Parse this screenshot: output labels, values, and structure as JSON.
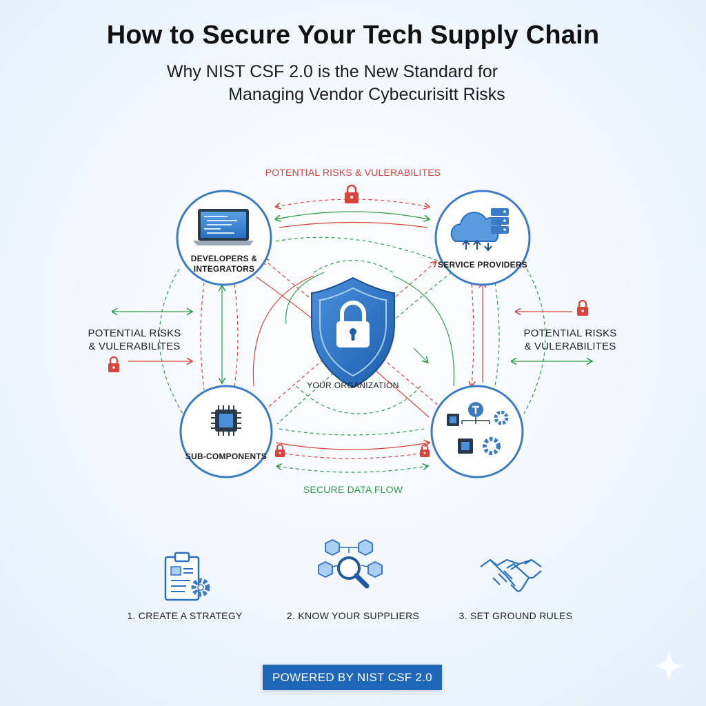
{
  "header": {
    "title": "How to Secure Your Tech Supply Chain",
    "subtitle_line1": "Why NIST CSF 2.0 is the New Standard for",
    "subtitle_line2": "Managing Vendor Cybecurisitt Risks"
  },
  "diagram": {
    "top_risk_label": "POTENTIAL RISKS & VULERABILITES",
    "left_risk_label_line1": "POTENTIAL RISKS",
    "left_risk_label_line2": "& VULERABILITES",
    "right_risk_label_line1": "POTENTIAL RISKS",
    "right_risk_label_line2": "& VULERABILITES",
    "secure_flow_label": "SECURE DATA FLOW",
    "center_label": "YOUR ORGANIZATION",
    "nodes": {
      "developers_line1": "DEVELOPERS &",
      "developers_line2": "INTEGRATORS",
      "service_providers": "SERVICE PROVIDERS",
      "sub_components": "SUB-COMPONENTS"
    },
    "colors": {
      "risk": "#d8433a",
      "secure": "#2f9a47",
      "accent": "#1f67b7"
    }
  },
  "steps": [
    {
      "label": "1. CREATE A STRATEGY",
      "icon": "clipboard-gear-icon"
    },
    {
      "label": "2. KNOW YOUR SUPPLIERS",
      "icon": "network-magnifier-icon"
    },
    {
      "label": "3. SET GROUND RULES",
      "icon": "handshake-icon"
    }
  ],
  "footer": {
    "powered_by": "POWERED BY NIST CSF 2.0"
  }
}
